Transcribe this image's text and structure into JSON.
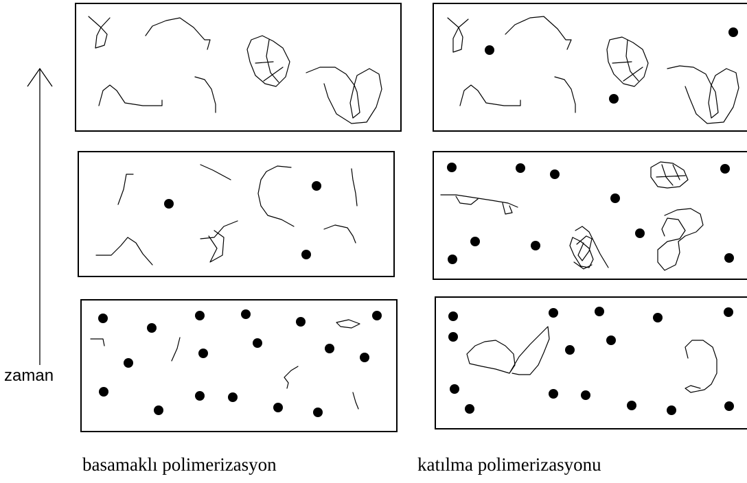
{
  "time_axis_label": "zaman",
  "captions": {
    "left": "basamaklı polimerizasyon",
    "right": "katılma polimerizasyonu"
  },
  "panels": [
    {
      "id": "left-top",
      "column": "basamaklı polimerizasyon",
      "stage": "late"
    },
    {
      "id": "left-middle",
      "column": "basamaklı polimerizasyon",
      "stage": "middle"
    },
    {
      "id": "left-bottom",
      "column": "basamaklı polimerizasyon",
      "stage": "early"
    },
    {
      "id": "right-top",
      "column": "katılma polimerizasyonu",
      "stage": "late"
    },
    {
      "id": "right-middle",
      "column": "katılma polimerizasyonu",
      "stage": "middle"
    },
    {
      "id": "right-bottom",
      "column": "katılma polimerizasyonu",
      "stage": "early"
    }
  ],
  "colors": {
    "ink": "#000000",
    "background": "#ffffff"
  },
  "icons": {
    "time_arrow": "up-arrow-icon",
    "monomer": "filled-dot",
    "polymer": "squiggle-line"
  }
}
